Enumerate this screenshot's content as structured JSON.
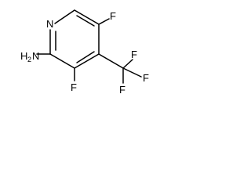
{
  "molecule": {
    "atoms": {
      "ring_nitrogen": "N",
      "fluorine_c5": "F",
      "fluorine_c3": "F",
      "amine_prefix": "H",
      "amine_subscript": "2",
      "amine_n": "N",
      "cf3_fluorine_top": "F",
      "cf3_fluorine_right": "F",
      "cf3_fluorine_bottom": "F"
    }
  }
}
